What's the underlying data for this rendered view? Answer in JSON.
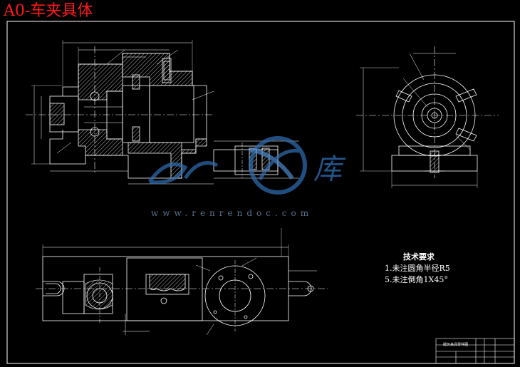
{
  "title": "A0-车夹具体",
  "technical_requirements": {
    "heading": "技术要求",
    "items": [
      "1.未注圆角半径R5",
      "5.未注倒角1X45°"
    ]
  },
  "watermark": {
    "brand": "库",
    "url": "www.renrendoc.com"
  },
  "title_block": {
    "name": "拨叉夹具零件图"
  },
  "colors": {
    "background": "#000000",
    "line": "#ffffff",
    "title": "#ff1a1a",
    "watermark": "#2f6fb4"
  }
}
